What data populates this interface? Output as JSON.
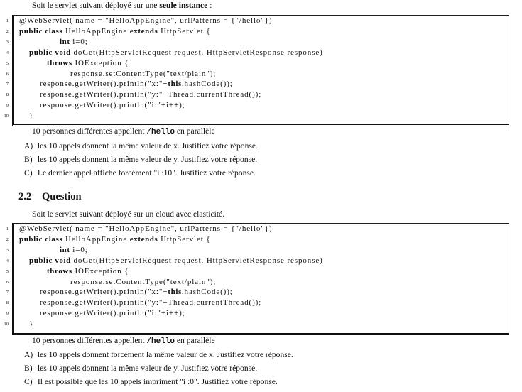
{
  "section1": {
    "intro_prefix": "Soit le servlet suivant déployé sur une ",
    "intro_bold": "seule instance",
    "intro_suffix": " :",
    "code": {
      "line_numbers": [
        "1",
        "2",
        "3",
        "4",
        "5",
        "6",
        "7",
        "8",
        "9",
        "10"
      ],
      "lines": [
        {
          "parts": [
            {
              "t": "@WebServlet( name = \"HelloAppEngine\", urlPatterns = {\"/hello\"})",
              "b": false
            }
          ]
        },
        {
          "parts": [
            {
              "t": "public class",
              "b": true
            },
            {
              "t": " HelloAppEngine ",
              "b": false
            },
            {
              "t": "extends",
              "b": true
            },
            {
              "t": " HttpServlet {",
              "b": false
            }
          ]
        },
        {
          "parts": [
            {
              "t": "int",
              "b": true
            },
            {
              "t": " i=0;",
              "b": false
            }
          ]
        },
        {
          "parts": [
            {
              "t": "public void",
              "b": true
            },
            {
              "t": " doGet(HttpServletRequest request, HttpServletResponse response)",
              "b": false
            }
          ]
        },
        {
          "parts": [
            {
              "t": "throws",
              "b": true
            },
            {
              "t": " IOException {",
              "b": false
            }
          ]
        },
        {
          "parts": [
            {
              "t": "response.setContentType(\"text/plain\");",
              "b": false
            }
          ]
        },
        {
          "parts": [
            {
              "t": "response.getWriter().println(\"x:\"+",
              "b": false
            },
            {
              "t": "this",
              "b": true
            },
            {
              "t": ".hashCode());",
              "b": false
            }
          ]
        },
        {
          "parts": [
            {
              "t": "response.getWriter().println(\"y:\"+Thread.currentThread());",
              "b": false
            }
          ]
        },
        {
          "parts": [
            {
              "t": "response.getWriter().println(\"i:\"+i++);",
              "b": false
            }
          ]
        },
        {
          "parts": [
            {
              "t": "}",
              "b": false
            }
          ]
        }
      ]
    },
    "call_prefix": "10 personnes différentes appellent ",
    "call_path": "/hello",
    "call_suffix": " en parallèle",
    "questions": [
      {
        "label": "A)",
        "text": "les 10 appels donnent la même valeur de x. Justifiez votre réponse."
      },
      {
        "label": "B)",
        "text": "les 10 appels donnent la même valeur de y. Justifiez votre réponse."
      },
      {
        "label": "C)",
        "text": "Le dernier appel affiche forcément \"i :10\". Justifiez votre réponse."
      }
    ]
  },
  "section2": {
    "heading_number": "2.2",
    "heading_title": "Question",
    "intro": "Soit le servlet suivant déployé sur un cloud avec elasticité.",
    "code": {
      "line_numbers": [
        "1",
        "2",
        "3",
        "4",
        "5",
        "6",
        "7",
        "8",
        "9",
        "10"
      ],
      "lines": [
        {
          "parts": [
            {
              "t": "@WebServlet( name = \"HelloAppEngine\", urlPatterns = {\"/hello\"})",
              "b": false
            }
          ]
        },
        {
          "parts": [
            {
              "t": "public class",
              "b": true
            },
            {
              "t": " HelloAppEngine ",
              "b": false
            },
            {
              "t": "extends",
              "b": true
            },
            {
              "t": " HttpServlet {",
              "b": false
            }
          ]
        },
        {
          "parts": [
            {
              "t": "int",
              "b": true
            },
            {
              "t": " i=0;",
              "b": false
            }
          ]
        },
        {
          "parts": [
            {
              "t": "public void",
              "b": true
            },
            {
              "t": " doGet(HttpServletRequest request, HttpServletResponse response)",
              "b": false
            }
          ]
        },
        {
          "parts": [
            {
              "t": "throws",
              "b": true
            },
            {
              "t": " IOException {",
              "b": false
            }
          ]
        },
        {
          "parts": [
            {
              "t": "response.setContentType(\"text/plain\");",
              "b": false
            }
          ]
        },
        {
          "parts": [
            {
              "t": "response.getWriter().println(\"x:\"+",
              "b": false
            },
            {
              "t": "this",
              "b": true
            },
            {
              "t": ".hashCode());",
              "b": false
            }
          ]
        },
        {
          "parts": [
            {
              "t": "response.getWriter().println(\"y:\"+Thread.currentThread());",
              "b": false
            }
          ]
        },
        {
          "parts": [
            {
              "t": "response.getWriter().println(\"i:\"+i++);",
              "b": false
            }
          ]
        },
        {
          "parts": [
            {
              "t": "}",
              "b": false
            }
          ]
        }
      ]
    },
    "call_prefix": "10 personnes différentes appellent ",
    "call_path": "/hello",
    "call_suffix": " en parallèle",
    "questions": [
      {
        "label": "A)",
        "text": "les 10 appels donnent forcément la même valeur de x. Justifiez votre réponse."
      },
      {
        "label": "B)",
        "text": "les 10 appels donnent la même valeur de y. Justifiez votre réponse."
      },
      {
        "label": "C)",
        "text": "Il est possible que les 10 appels impriment \"i :0\". Justifiez votre réponse."
      }
    ]
  }
}
